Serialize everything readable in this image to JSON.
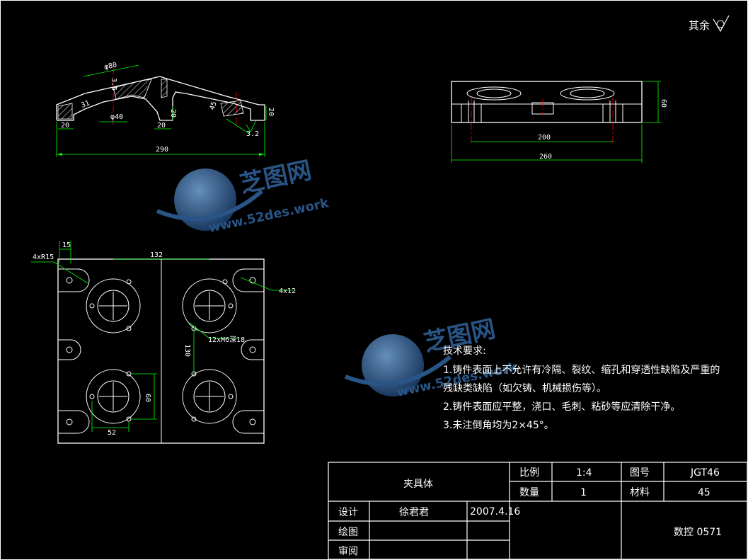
{
  "surface_symbol": {
    "text": "其余"
  },
  "section_view": {
    "dims": {
      "d80": "φ80",
      "d40": "φ40",
      "d3_5": "3.5",
      "d31": "31",
      "w20a": "20",
      "w20b": "20",
      "w20c": "20",
      "h20": "20",
      "d45": "45",
      "rough": "3.2",
      "total": "290"
    }
  },
  "side_view": {
    "dims": {
      "h60": "60",
      "w200": "200",
      "w260": "260"
    }
  },
  "plan_view": {
    "dims": {
      "w15": "15",
      "r15": "4xR15",
      "w132": "132",
      "hole12": "4x12",
      "m6": "12xM6深18",
      "h130": "130",
      "h60": "60",
      "w52": "52"
    }
  },
  "watermark": {
    "brand": "芝图网",
    "url": "www.52des.work"
  },
  "tech_notes": {
    "title": "技术要求:",
    "line1": "1.铸件表面上不允许有冷隔、裂纹、缩孔和穿透性缺陷及严重的",
    "line2": "残缺类缺陷（如欠铸、机械损伤等）。",
    "line3": "2.铸件表面应平整，浇口、毛刺、粘砂等应清除干净。",
    "line4": "3.未注倒角均为2×45°。"
  },
  "title_block": {
    "part_name": "夹具体",
    "scale_label": "比例",
    "scale_value": "1:4",
    "drawing_no_label": "图号",
    "drawing_no_value": "JGT46",
    "qty_label": "数量",
    "qty_value": "1",
    "material_label": "材料",
    "material_value": "45",
    "design_label": "设计",
    "designer": "徐君君",
    "date": "2007.4.16",
    "draw_label": "绘图",
    "review_label": "审阅",
    "org": "数控 0571"
  },
  "colors": {
    "lines": "#ffffff",
    "dimensions": "#00ff00",
    "centerlines": "#ff0000",
    "watermark": "#2e5f95",
    "background": "#000000"
  }
}
